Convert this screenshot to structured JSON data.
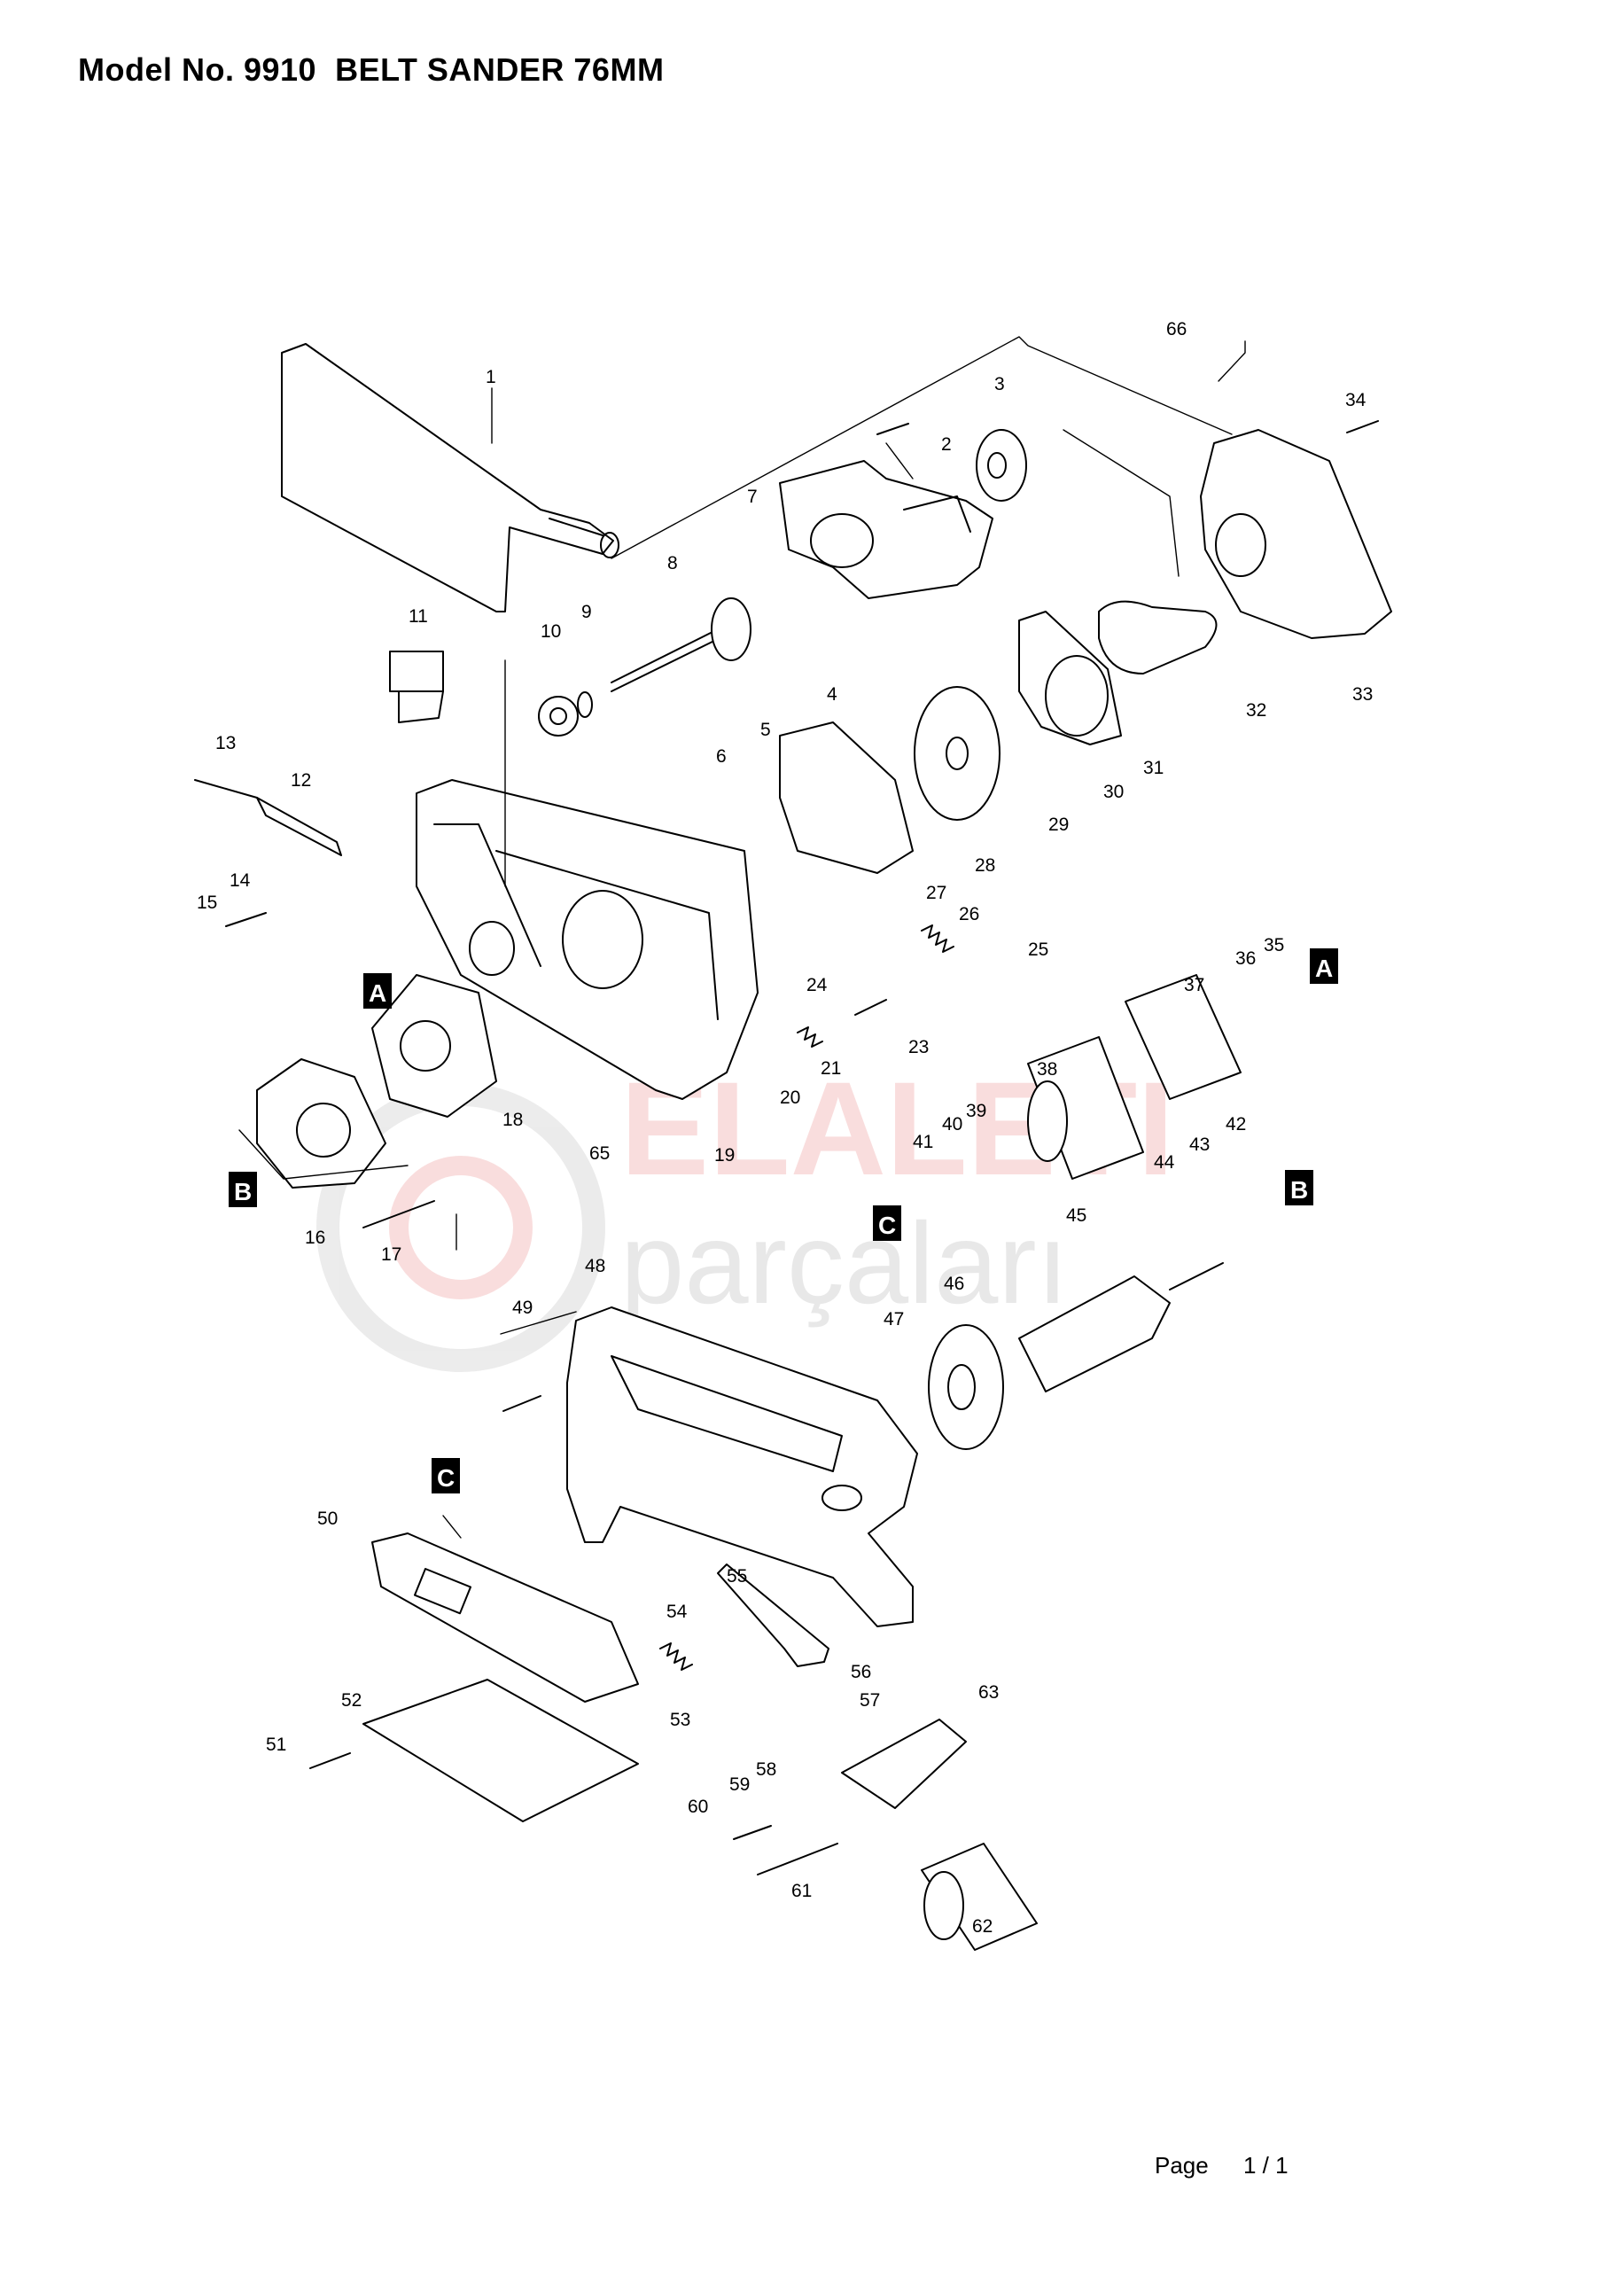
{
  "header": {
    "title": "Model No. 9910  BELT SANDER 76MM"
  },
  "watermark": {
    "line1": "ELALETI",
    "line2": "parçaları",
    "color": "#e23b3b"
  },
  "diagram": {
    "callouts": [
      "1",
      "2",
      "3",
      "4",
      "5",
      "6",
      "7",
      "8",
      "9",
      "10",
      "11",
      "12",
      "13",
      "14",
      "15",
      "16",
      "17",
      "18",
      "19",
      "20",
      "21",
      "23",
      "24",
      "25",
      "26",
      "27",
      "28",
      "29",
      "30",
      "31",
      "32",
      "33",
      "34",
      "35",
      "36",
      "37",
      "38",
      "39",
      "40",
      "41",
      "42",
      "43",
      "44",
      "45",
      "46",
      "47",
      "48",
      "49",
      "50",
      "51",
      "52",
      "53",
      "54",
      "55",
      "56",
      "57",
      "58",
      "59",
      "60",
      "61",
      "62",
      "63",
      "65",
      "66"
    ],
    "reference_tags": [
      "A",
      "A",
      "B",
      "B",
      "C",
      "C"
    ]
  },
  "footer": {
    "page_label": "Page",
    "page_value": "1 / 1"
  }
}
